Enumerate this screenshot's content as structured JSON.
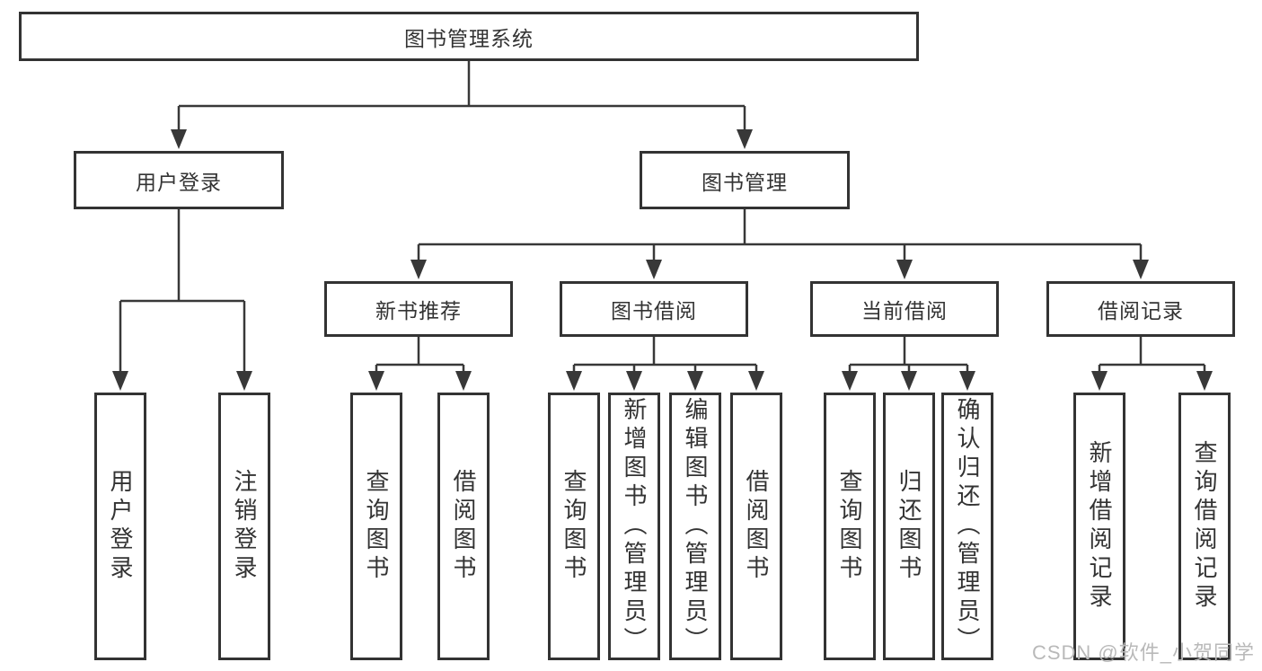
{
  "diagram": {
    "root": {
      "label": "图书管理系统"
    },
    "groups": [
      {
        "label": "用户登录",
        "children": [
          "用户登录",
          "注销登录"
        ]
      },
      {
        "label": "图书管理",
        "subgroups": [
          {
            "label": "新书推荐",
            "children": [
              "查询图书",
              "借阅图书"
            ]
          },
          {
            "label": "图书借阅",
            "children": [
              "查询图书",
              "新增图书（管理员）",
              "编辑图书（管理员）",
              "借阅图书"
            ]
          },
          {
            "label": "当前借阅",
            "children": [
              "查询图书",
              "归还图书",
              "确认归还（管理员）"
            ]
          },
          {
            "label": "借阅记录",
            "children": [
              "新增借阅记录",
              "查询借阅记录"
            ]
          }
        ]
      }
    ]
  },
  "watermark": {
    "text": "CSDN @软件_小贺同学"
  },
  "colors": {
    "line": "#383838",
    "box_border": "#333333",
    "text": "#333333",
    "watermark": "#b9b9b9",
    "background": "#ffffff"
  }
}
